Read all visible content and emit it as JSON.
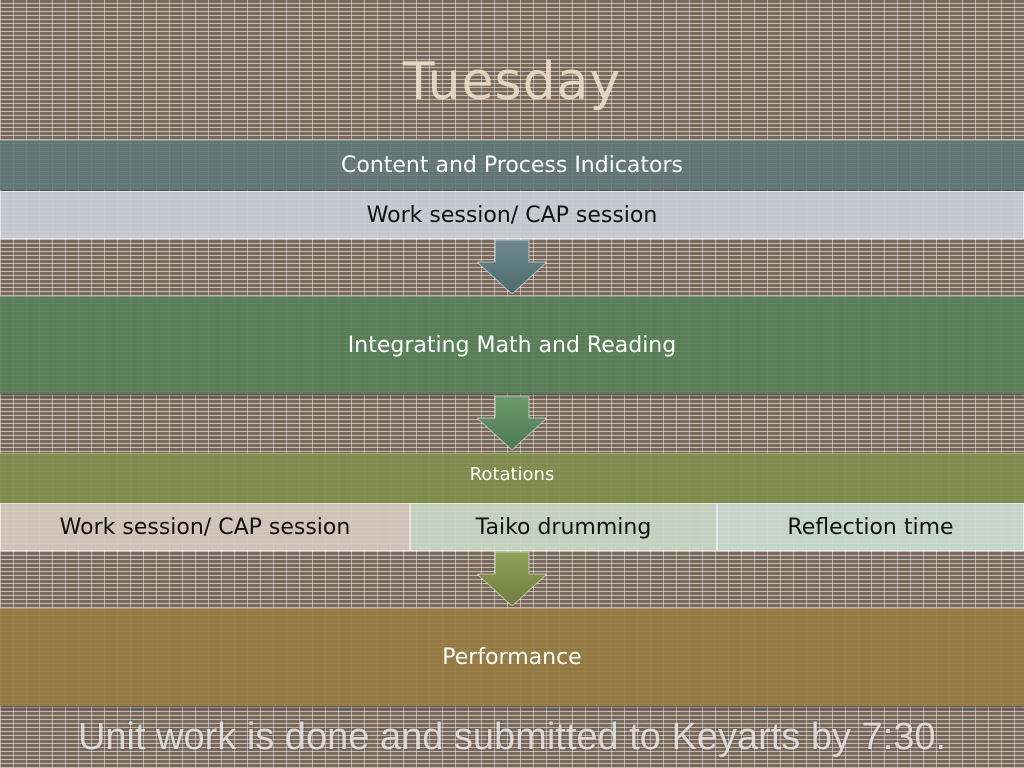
{
  "title": "Tuesday",
  "content_bar": "Content and Process Indicators",
  "work_session_top": "Work session/ CAP session",
  "math_bar": "Integrating Math and Reading",
  "rotations": {
    "label": "Rotations",
    "items": [
      "Work session/ CAP session",
      "Taiko drumming",
      "Reflection time"
    ]
  },
  "performance_bar": "Performance",
  "footer": "Unit work is done and submitted to Keyarts by 7:30.",
  "colors": {
    "content": "#5f7678",
    "math": "#548056",
    "rotations": "#808e4a",
    "performance": "#967c40",
    "title": "#f2e2cc"
  }
}
